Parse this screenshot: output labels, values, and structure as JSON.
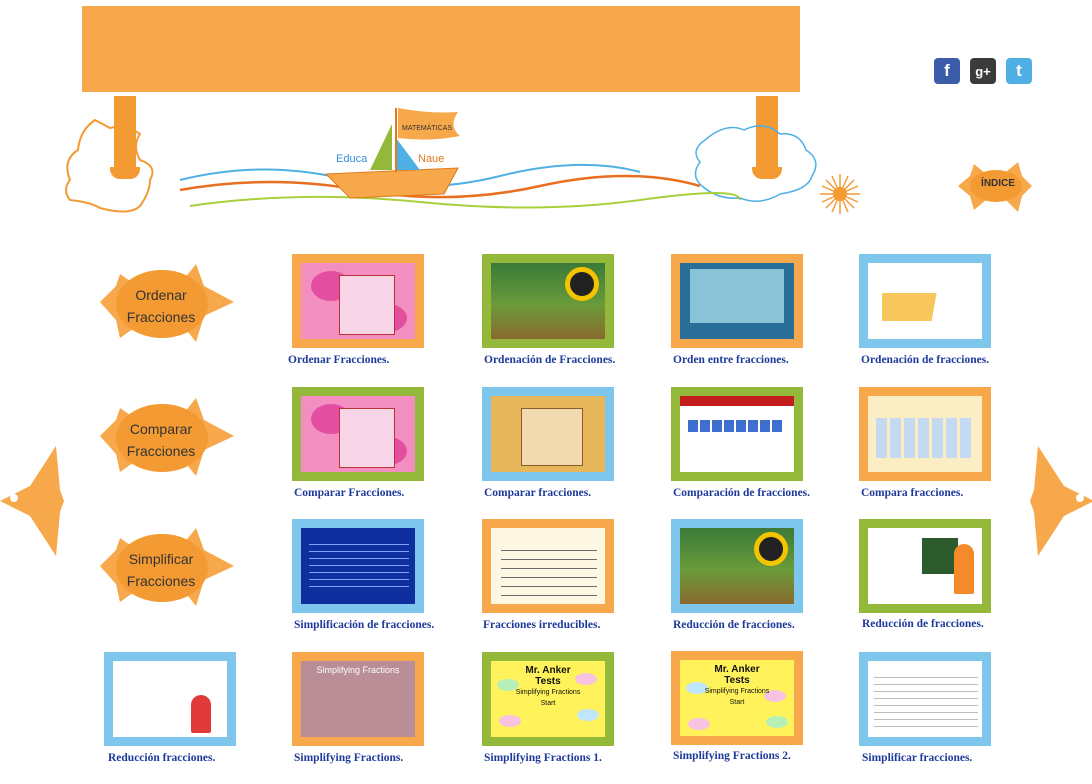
{
  "logo": {
    "mast_text": "MATEMÁTICAS",
    "left_word": "Educa",
    "right_word": "Naue"
  },
  "social": [
    {
      "name": "facebook",
      "glyph": "f",
      "color": "#3b5ca8"
    },
    {
      "name": "google-plus",
      "glyph": "g+",
      "color": "#3b3b3b"
    },
    {
      "name": "twitter",
      "glyph": "t",
      "color": "#4fb0e6"
    }
  ],
  "indice": "ÍNDICE",
  "rows": [
    {
      "label_line1": "Ordenar",
      "label_line2": "Fracciones",
      "items": [
        {
          "caption": "Ordenar Fracciones.",
          "frame": "orange"
        },
        {
          "caption": "Ordenación de Fracciones.",
          "frame": "green"
        },
        {
          "caption": "Orden entre fracciones.",
          "frame": "orange"
        },
        {
          "caption": "Ordenación de fracciones.",
          "frame": "blue"
        }
      ]
    },
    {
      "label_line1": "Comparar",
      "label_line2": "Fracciones",
      "items": [
        {
          "caption": "Comparar Fracciones.",
          "frame": "green"
        },
        {
          "caption": "Comparar fracciones.",
          "frame": "blue"
        },
        {
          "caption": "Comparación de fracciones.",
          "frame": "green"
        },
        {
          "caption": "Compara fracciones.",
          "frame": "orange"
        }
      ]
    },
    {
      "label_line1": "Simplificar",
      "label_line2": "Fracciones",
      "items": [
        {
          "caption": "Simplificación de fracciones.",
          "frame": "blue"
        },
        {
          "caption": "Fracciones irreducibles.",
          "frame": "orange"
        },
        {
          "caption": "Reducción de fracciones.",
          "frame": "blue"
        },
        {
          "caption": "Reducción de fracciones.",
          "frame": "green"
        }
      ]
    },
    {
      "items": [
        {
          "caption": "Reducción fracciones.",
          "frame": "blue"
        },
        {
          "caption": "Simplifying Fractions.",
          "frame": "orange"
        },
        {
          "caption": "Simplifying Fractions 1.",
          "frame": "green"
        },
        {
          "caption": "Simplifying Fractions 2.",
          "frame": "orange"
        },
        {
          "caption": "Simplificar fracciones.",
          "frame": "blue"
        }
      ]
    }
  ],
  "thumbs": {
    "simplifying_title": "Simplifying Fractions",
    "anker_title_1": "Mr. Anker",
    "anker_title_2": "Tests",
    "anker_sub": "Simplifying Fractions",
    "anker_start": "Start"
  },
  "colors": {
    "orange": "#f7a84a",
    "green": "#93b83a",
    "blue": "#7fc6ec",
    "caption": "#1e3a9b"
  }
}
